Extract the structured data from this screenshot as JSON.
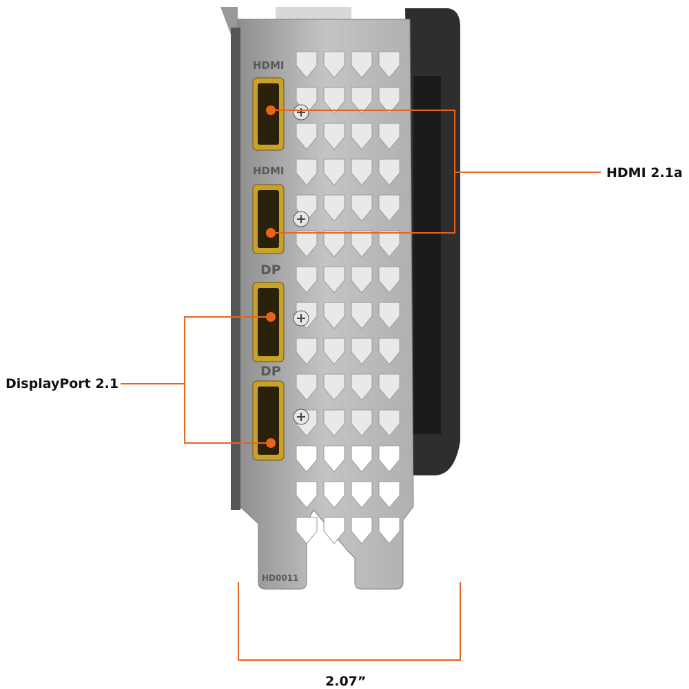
{
  "bracket_labels": {
    "port1": "HDMI",
    "port2": "HDMI",
    "port3": "DP",
    "port4": "DP",
    "part_code": "HD0011"
  },
  "callouts": {
    "hdmi": "HDMI 2.1a",
    "displayport": "DisplayPort 2.1",
    "width": "2.07”"
  },
  "colors": {
    "accent": "#e8641c",
    "bracket": "#b9b9b9",
    "port_gold": "#c9a227",
    "shroud": "#2b2b2b"
  }
}
